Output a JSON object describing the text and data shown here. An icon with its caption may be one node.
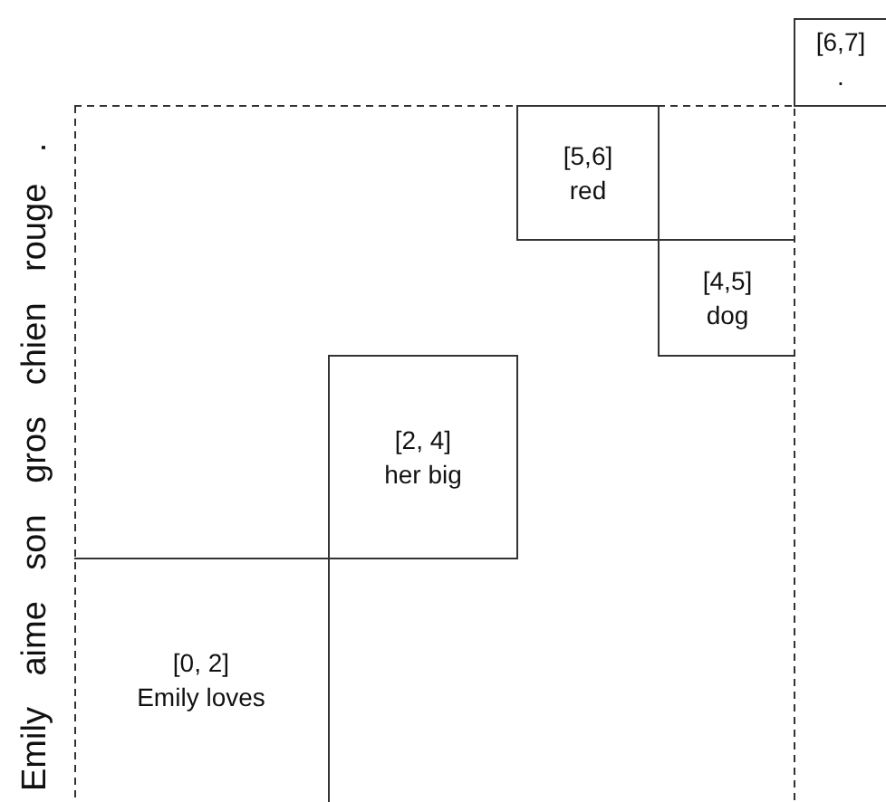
{
  "diagram": {
    "nodes": [
      {
        "text": [
          "[0, 2]",
          "Emily loves"
        ]
      },
      {
        "text": [
          "[2, 4]",
          "her big"
        ]
      },
      {
        "text": [
          "[5,6]",
          "red"
        ]
      },
      {
        "text": [
          "[4,5]",
          "dog"
        ]
      },
      {
        "text": [
          "[6,7]",
          "."
        ]
      }
    ],
    "labels": [
      "Emily aime son gros chien rouge ."
    ]
  }
}
